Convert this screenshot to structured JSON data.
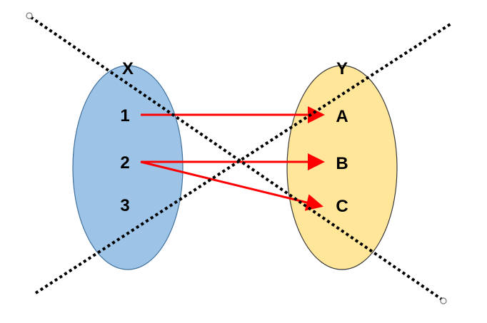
{
  "diagram": {
    "set_x": {
      "label": "X",
      "elements": [
        "1",
        "2",
        "3"
      ],
      "fill": "#9dc3e6",
      "stroke": "#41719c"
    },
    "set_y": {
      "label": "Y",
      "elements": [
        "A",
        "B",
        "C"
      ],
      "fill": "#ffe699",
      "stroke": "#7f6000"
    },
    "arrows": [
      {
        "from": "1",
        "to": "A"
      },
      {
        "from": "2",
        "to": "B"
      },
      {
        "from": "2",
        "to": "C"
      }
    ],
    "arrow_color": "#ff0000",
    "cross_out": {
      "style": "dotted",
      "color": "#000000"
    }
  }
}
